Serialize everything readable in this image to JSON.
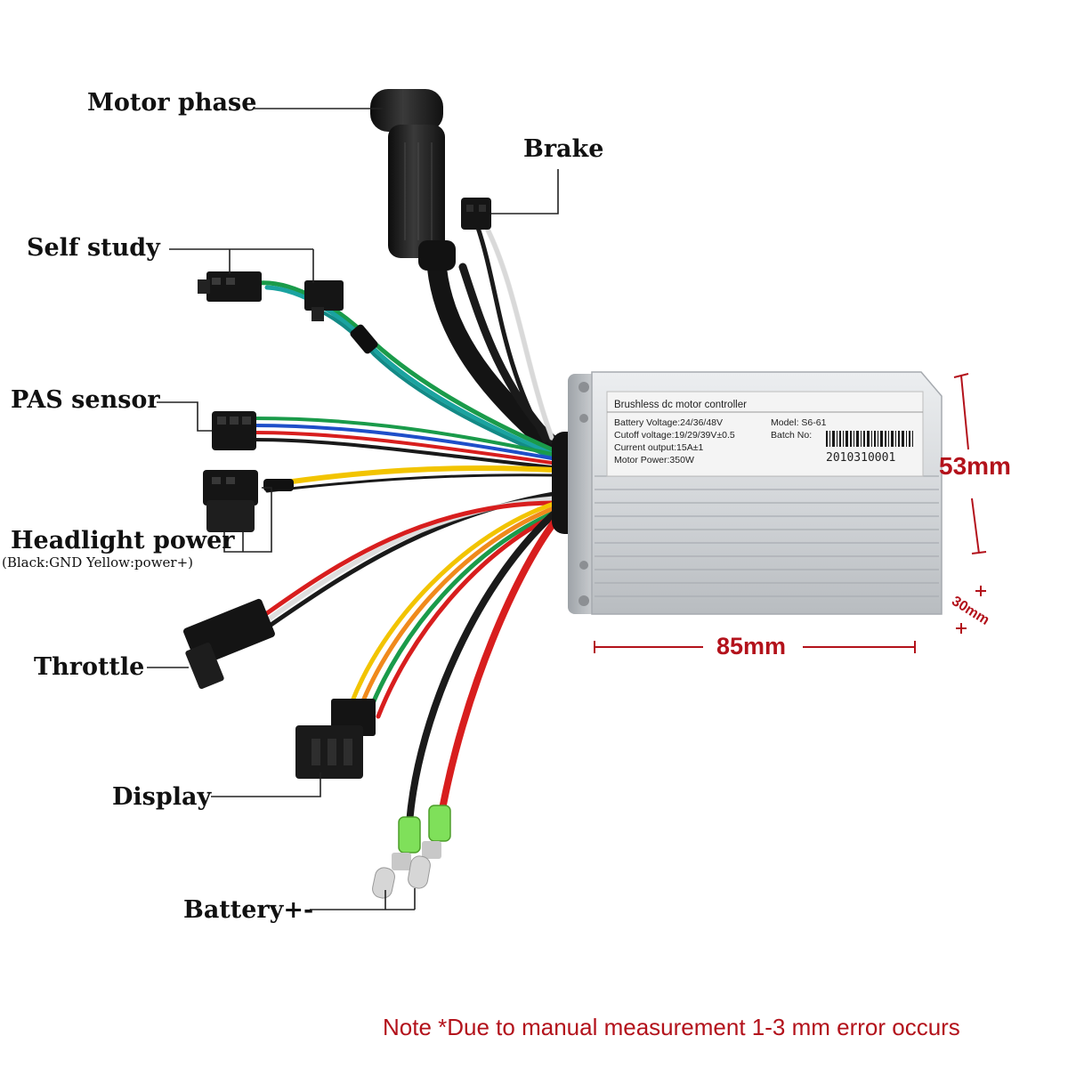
{
  "labels": {
    "motor_phase": "Motor phase",
    "brake": "Brake",
    "self_study": "Self study",
    "pas_sensor": "PAS sensor",
    "headlight_power": "Headlight power",
    "headlight_note": "(Black:GND Yellow:power+)",
    "throttle": "Throttle",
    "display": "Display",
    "battery": "Battery+-"
  },
  "controller_plate": {
    "title": "Brushless dc motor controller",
    "battery_voltage": "Battery Voltage:24/36/48V",
    "cutoff_voltage": "Cutoff voltage:19/29/39V±0.5",
    "current_output": "Current output:15A±1",
    "motor_power": "Motor Power:350W",
    "model": "Model: S6-61",
    "batch_label": "Batch No:",
    "batch_number": "2010310001"
  },
  "dimensions": {
    "height": "53mm",
    "width": "85mm",
    "depth": "30mm"
  },
  "note": "Note *Due to manual measurement 1-3 mm error occurs",
  "colors": {
    "dimension_red": "#b3121b",
    "wire_black": "#1a1a1a",
    "wire_red": "#d81e1e",
    "wire_yellow": "#f2c400",
    "wire_green": "#1a9b4a",
    "wire_blue": "#1f4fc9",
    "wire_teal": "#1aa3a0",
    "housing_silver": "#d7dadd"
  }
}
